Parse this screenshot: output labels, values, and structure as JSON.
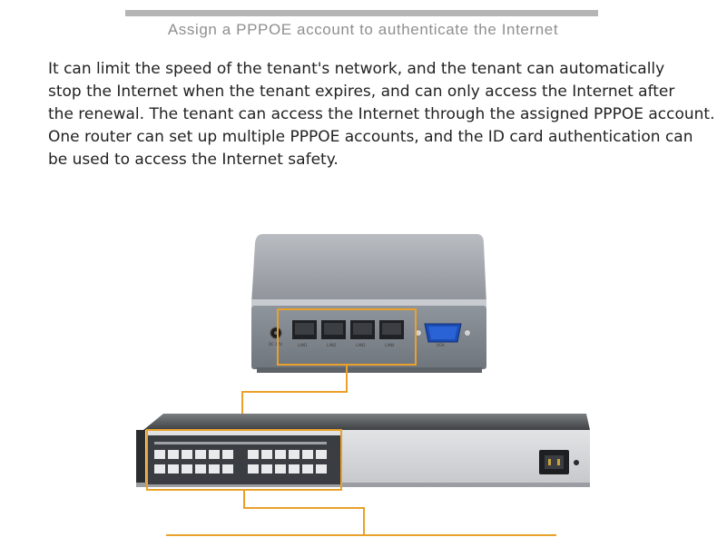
{
  "heading": "Assign a PPPOE account to authenticate the Internet",
  "paragraph_lines": [
    " It can limit the speed of the tenant's network, and the tenant can automatically",
    "stop the Internet when the tenant expires, and can only access the Internet after",
    "the renewal. The tenant can access the Internet through the assigned PPPOE account.",
    "One router can set up multiple PPPOE accounts, and the ID card authentication can",
    "be used to access the Internet safety."
  ],
  "router_labels": {
    "dc": "DC 12V",
    "lan1": "LAN1",
    "lan2": "LAN2",
    "lan3": "LAN3",
    "lan4": "LAN4",
    "vga": "VGA"
  },
  "colors": {
    "accent": "#e9a12b",
    "bar": "#b5b5b5",
    "heading_text": "#8f8f8f",
    "body_text": "#222222"
  }
}
